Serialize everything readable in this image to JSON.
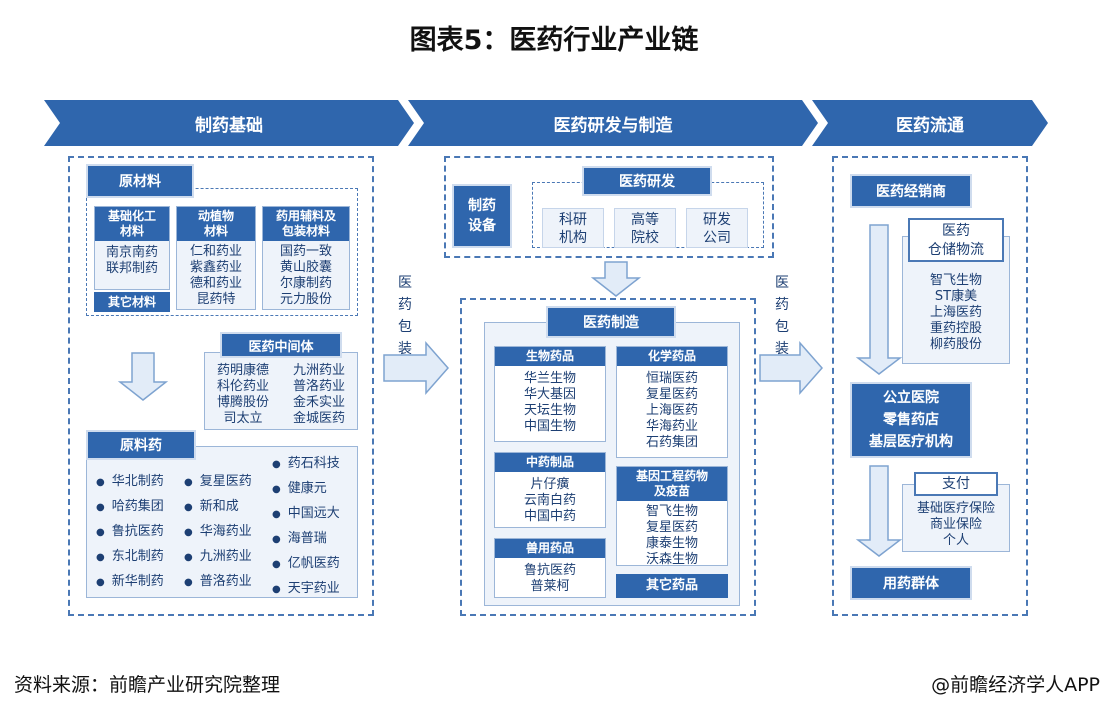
{
  "title": "图表5：医药行业产业链",
  "stages": [
    "制药基础",
    "医药研发与制造",
    "医药流通"
  ],
  "left": {
    "raw_materials": {
      "header": "原材料",
      "basic_chem": {
        "label": "基础化工\n材料",
        "items": [
          "南京南药",
          "联邦制药"
        ]
      },
      "plant": {
        "label": "动植物\n材料",
        "items": [
          "仁和药业",
          "紫鑫药业",
          "德和药业",
          "昆药特"
        ]
      },
      "excipient": {
        "label": "药用辅料及\n包装材料",
        "items": [
          "国药一致",
          "黄山胶囊",
          "尔康制药",
          "元力股份"
        ]
      },
      "other": "其它材料"
    },
    "intermediate": {
      "header": "医药中间体",
      "items": [
        "药明康德",
        "九洲药业",
        "科伦药业",
        "普洛药业",
        "博腾股份",
        "金禾实业",
        "司太立",
        "金城医药"
      ]
    },
    "api": {
      "header": "原料药",
      "col1": [
        "华北制药",
        "哈药集团",
        "鲁抗医药",
        "东北制药",
        "新华制药"
      ],
      "col2": [
        "复星医药",
        "新和成",
        "华海药业",
        "九洲药业",
        "普洛药业"
      ],
      "col3": [
        "药石科技",
        "健康元",
        "中国远大",
        "海普瑞",
        "亿帆医药",
        "天宇药业"
      ]
    }
  },
  "arrow_labels": {
    "pkg1": "医\n药\n包\n装",
    "pkg2": "医\n药\n包\n装"
  },
  "middle": {
    "equipment": "制药\n设备",
    "rd": {
      "header": "医药研发",
      "items": [
        "科研\n机构",
        "高等\n院校",
        "研发\n公司"
      ]
    },
    "manufacturing": {
      "header": "医药制造",
      "bio": {
        "label": "生物药品",
        "items": [
          "华兰生物",
          "华大基因",
          "天坛生物",
          "中国生物"
        ]
      },
      "chem": {
        "label": "化学药品",
        "items": [
          "恒瑞医药",
          "复星医药",
          "上海医药",
          "华海药业",
          "石药集团"
        ]
      },
      "tcm": {
        "label": "中药制品",
        "items": [
          "片仔癀",
          "云南白药",
          "中国中药"
        ]
      },
      "gene": {
        "label": "基因工程药物\n及疫苗",
        "items": [
          "智飞生物",
          "复星医药",
          "康泰生物",
          "沃森生物"
        ]
      },
      "vet": {
        "label": "兽用药品",
        "items": [
          "鲁抗医药",
          "普莱柯"
        ]
      },
      "other": "其它药品"
    }
  },
  "right": {
    "distributor": "医药经销商",
    "logistics": {
      "label": "医药\n仓储物流",
      "items": [
        "智飞生物",
        "ST康美",
        "上海医药",
        "重药控股",
        "柳药股份"
      ]
    },
    "institutions": "公立医院\n零售药店\n基层医疗机构",
    "payment": {
      "label": "支付",
      "items": [
        "基础医疗保险",
        "商业保险",
        "个人"
      ]
    },
    "users": "用药群体"
  },
  "footer": {
    "source": "资料来源：前瞻产业研究院整理",
    "brand": "@前瞻经济学人APP"
  },
  "colors": {
    "chevron": "#2f66ad",
    "header": "#2f66ad",
    "dashed": "#4a78b5",
    "arrow_fill": "#e2ecf8",
    "arrow_stroke": "#7ea3d0"
  }
}
